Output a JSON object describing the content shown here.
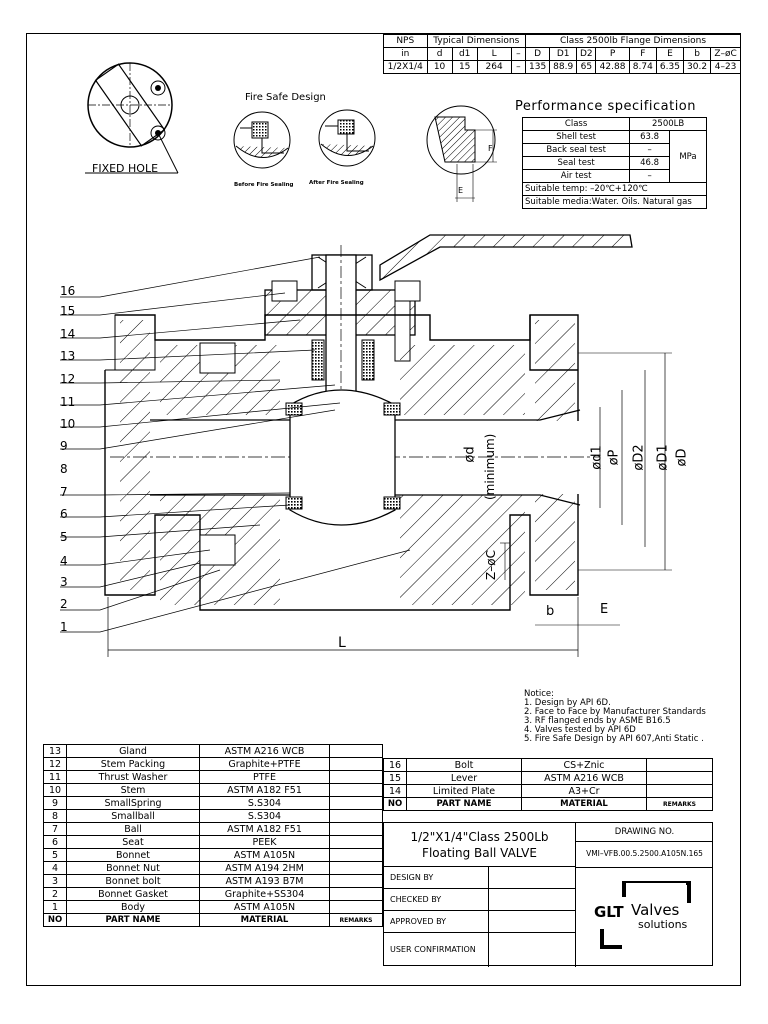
{
  "dims_table": {
    "header1": [
      "NPS",
      "Typical Dimensions",
      "Class 2500lb Flange Dimensions"
    ],
    "header2": [
      "in",
      "d",
      "d1",
      "L",
      "–",
      "D",
      "D1",
      "D2",
      "P",
      "F",
      "E",
      "b",
      "Z–øC"
    ],
    "row": [
      "1/2X1/4",
      "10",
      "15",
      "264",
      "–",
      "135",
      "88.9",
      "65",
      "42.88",
      "8.74",
      "6.35",
      "30.2",
      "4–23"
    ]
  },
  "fixed_hole": "FIXED HOLE",
  "fire_safe": {
    "title": "Fire Safe Design",
    "before": "Before Fire Sealing",
    "after": "After Fire Sealing"
  },
  "detail_labels": [
    "F",
    "E"
  ],
  "performance": {
    "title": "Performance specification",
    "class_label": "Class",
    "class_value": "2500LB",
    "rows": [
      {
        "label": "Shell test",
        "value": "63.8"
      },
      {
        "label": "Back seal test",
        "value": "–"
      },
      {
        "label": "Seal test",
        "value": "46.8"
      },
      {
        "label": "Air test",
        "value": "–"
      }
    ],
    "unit": "MPa",
    "temp": "Suitable temp: –20℃+120℃",
    "media": "Suitable media:Water. Oils. Natural gas"
  },
  "callouts": [
    "16",
    "15",
    "14",
    "13",
    "12",
    "11",
    "10",
    "9",
    "8",
    "7",
    "6",
    "5",
    "4",
    "3",
    "2",
    "1"
  ],
  "dim_labels": {
    "d": "ød",
    "min": "(minimum)",
    "d1": "ød1",
    "p": "øP",
    "d2": "øD2",
    "D1": "øD1",
    "D": "øD",
    "zc": "Z–øC",
    "b": "b",
    "E": "E",
    "L": "L"
  },
  "notice": {
    "title": "Notice:",
    "items": [
      "1. Design by  API 6D.",
      "2. Face to Face by Manufacturer Standards",
      "3. RF flanged ends by ASME B16.5",
      "4. Valves tested by API 6D",
      "5. Fire Safe Design by API 607,Anti Static ."
    ]
  },
  "parts_left": [
    {
      "no": "13",
      "name": "Gland",
      "material": "ASTM A216 WCB"
    },
    {
      "no": "12",
      "name": "Stem Packing",
      "material": "Graphite+PTFE"
    },
    {
      "no": "11",
      "name": "Thrust Washer",
      "material": "PTFE"
    },
    {
      "no": "10",
      "name": "Stem",
      "material": "ASTM A182 F51"
    },
    {
      "no": "9",
      "name": "SmallSpring",
      "material": "S.S304"
    },
    {
      "no": "8",
      "name": "Smallball",
      "material": "S.S304"
    },
    {
      "no": "7",
      "name": "Ball",
      "material": "ASTM A182 F51"
    },
    {
      "no": "6",
      "name": "Seat",
      "material": "PEEK"
    },
    {
      "no": "5",
      "name": "Bonnet",
      "material": "ASTM A105N"
    },
    {
      "no": "4",
      "name": "Bonnet Nut",
      "material": "ASTM A194 2HM"
    },
    {
      "no": "3",
      "name": "Bonnet bolt",
      "material": "ASTM A193 B7M"
    },
    {
      "no": "2",
      "name": "Bonnet Gasket",
      "material": "Graphite+SS304"
    },
    {
      "no": "1",
      "name": "Body",
      "material": "ASTM A105N"
    }
  ],
  "parts_header": {
    "no": "NO",
    "name": "PART NAME",
    "material": "MATERIAL",
    "remarks": "REMARKS"
  },
  "parts_right": [
    {
      "no": "16",
      "name": "Bolt",
      "material": "CS+Znic"
    },
    {
      "no": "15",
      "name": "Lever",
      "material": "ASTM A216 WCB"
    },
    {
      "no": "14",
      "name": "Limited Plate",
      "material": "A3+Cr"
    }
  ],
  "title_block": {
    "title1": "1/2\"X1/4\"Class 2500Lb",
    "title2": "Floating Ball VALVE",
    "drawing_no_label": "DRAWING NO.",
    "drawing_no": "VMI–VFB.00.5.2500.A105N.165",
    "design_by": "DESIGN BY",
    "checked_by": "CHECKED BY",
    "approved_by": "APPROVED BY",
    "user_conf": "USER CONFIRMATION",
    "logo_main": "GLT",
    "logo_valves": "Valves",
    "logo_solutions": "solutions"
  }
}
